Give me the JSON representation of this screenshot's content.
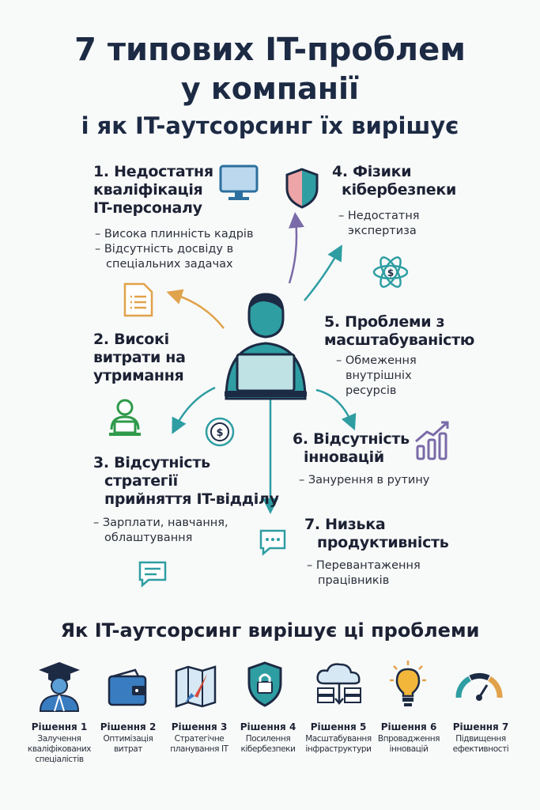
{
  "title": {
    "line1": "7 типових IT-проблем",
    "line2": "у компанії",
    "line3": "і як IT-аутсорсинг їх вирішує"
  },
  "problems": [
    {
      "heading": [
        "1. Недостатня",
        "кваліфікація",
        "IT-персоналу"
      ],
      "bullets": [
        "– Висока плинність кадрів",
        "– Відсутність досвіду в",
        "спеціальних задачах"
      ]
    },
    {
      "heading": [
        "2. Високі",
        "витрати на",
        "утримання"
      ]
    },
    {
      "heading": [
        "3. Відсутність",
        "стратегії",
        "прийняття IT-відділу"
      ],
      "bullets": [
        "– Зарплати, навчання,",
        "облаштування"
      ]
    },
    {
      "heading": [
        "4. Фізики",
        "кібербезпеки"
      ],
      "bullets": [
        "– Недостатня",
        "экспертиза"
      ]
    },
    {
      "heading": [
        "5. Проблеми з",
        "масштабуваністю"
      ],
      "bullets": [
        "– Обмеження",
        "внутрішніх",
        "ресурсів"
      ]
    },
    {
      "heading": [
        "6. Відсутність",
        "інновацій"
      ],
      "bullets": [
        "– Занурення в рутину"
      ]
    },
    {
      "heading": [
        "7. Низька",
        "продуктивність"
      ],
      "bullets": [
        "– Перевантаження",
        "працівників"
      ]
    }
  ],
  "solutions_title": "Як IT-аутсорсинг вирішує ці проблеми",
  "solutions": [
    {
      "title": "Рішення 1",
      "desc": "Залучення кваліфікованих спеціалістів",
      "icon": "graduate-icon"
    },
    {
      "title": "Рішення 2",
      "desc": "Оптимізація витрат",
      "icon": "wallet-icon"
    },
    {
      "title": "Рішення 3",
      "desc": "Стратегічне планування IT",
      "icon": "map-compass-icon"
    },
    {
      "title": "Рішення 4",
      "desc": "Посилення кібербезпеки",
      "icon": "shield-lock-icon"
    },
    {
      "title": "Рішення 5",
      "desc": "Масштабування інфраструктури",
      "icon": "cloud-server-icon"
    },
    {
      "title": "Рішення 6",
      "desc": "Впровадження інновацій",
      "icon": "lightbulb-icon"
    },
    {
      "title": "Рішення 7",
      "desc": "Підвищення ефективності",
      "icon": "gauge-icon"
    }
  ],
  "colors": {
    "navy": "#1d2a44",
    "teal": "#2e9ea3",
    "purple": "#7a6aa8",
    "orange": "#e0a24a",
    "green": "#2f9a4a"
  }
}
